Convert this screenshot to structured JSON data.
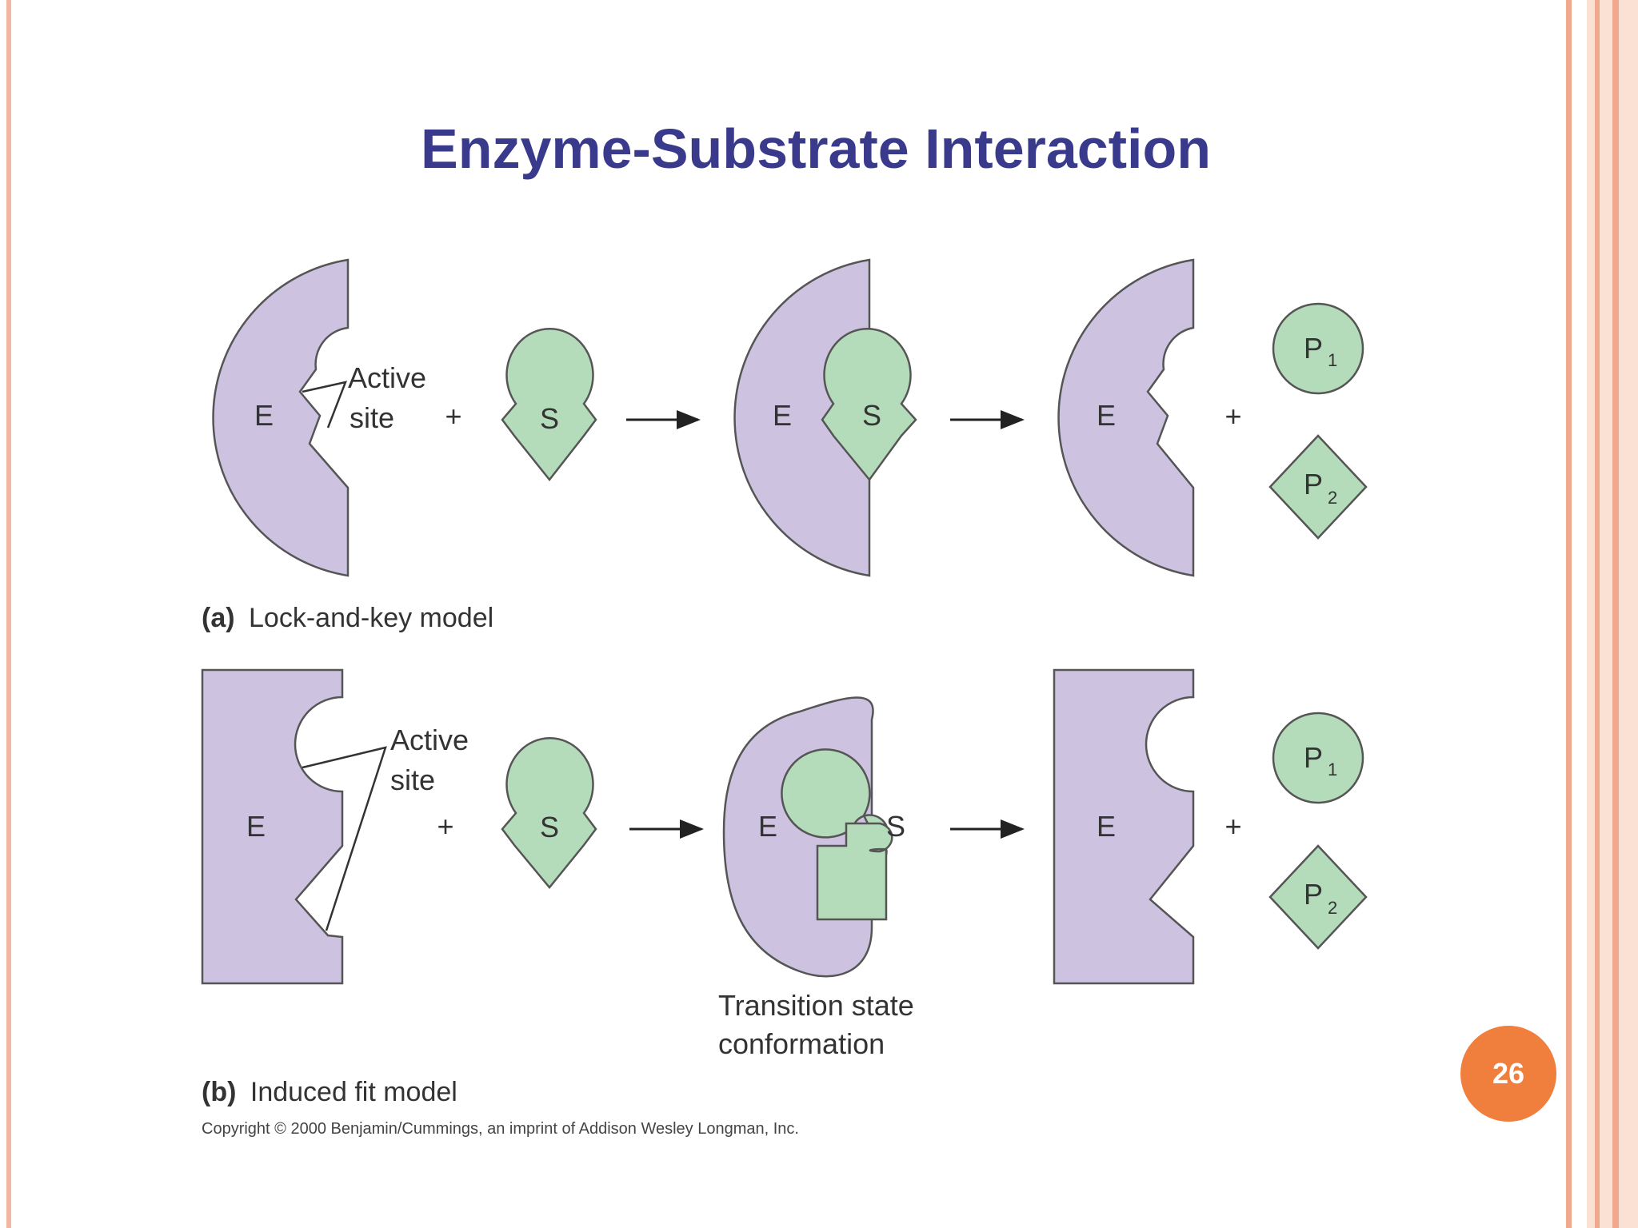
{
  "slide": {
    "title": "Enzyme-Substrate Interaction",
    "page_number": "26",
    "copyright": "Copyright © 2000 Benjamin/Cummings, an imprint of Addison Wesley Longman, Inc."
  },
  "panel_a": {
    "caption_letter": "(a)",
    "caption_text": "Lock-and-key model",
    "active_site_line1": "Active",
    "active_site_line2": "site",
    "enzyme": "E",
    "substrate": "S",
    "plus": "+",
    "product1": "P",
    "product1_sub": "1",
    "product2": "P",
    "product2_sub": "2"
  },
  "panel_b": {
    "caption_letter": "(b)",
    "caption_text": "Induced fit model",
    "active_site_line1": "Active",
    "active_site_line2": "site",
    "enzyme": "E",
    "substrate": "S",
    "plus": "+",
    "transition_line1": "Transition state",
    "transition_line2": "conformation",
    "product1": "P",
    "product1_sub": "1",
    "product2": "P",
    "product2_sub": "2"
  },
  "colors": {
    "enzyme_fill": "#cdc3e1",
    "substrate_fill": "#b4dcba",
    "title": "#3a3a8c",
    "badge": "#f07e3c"
  }
}
